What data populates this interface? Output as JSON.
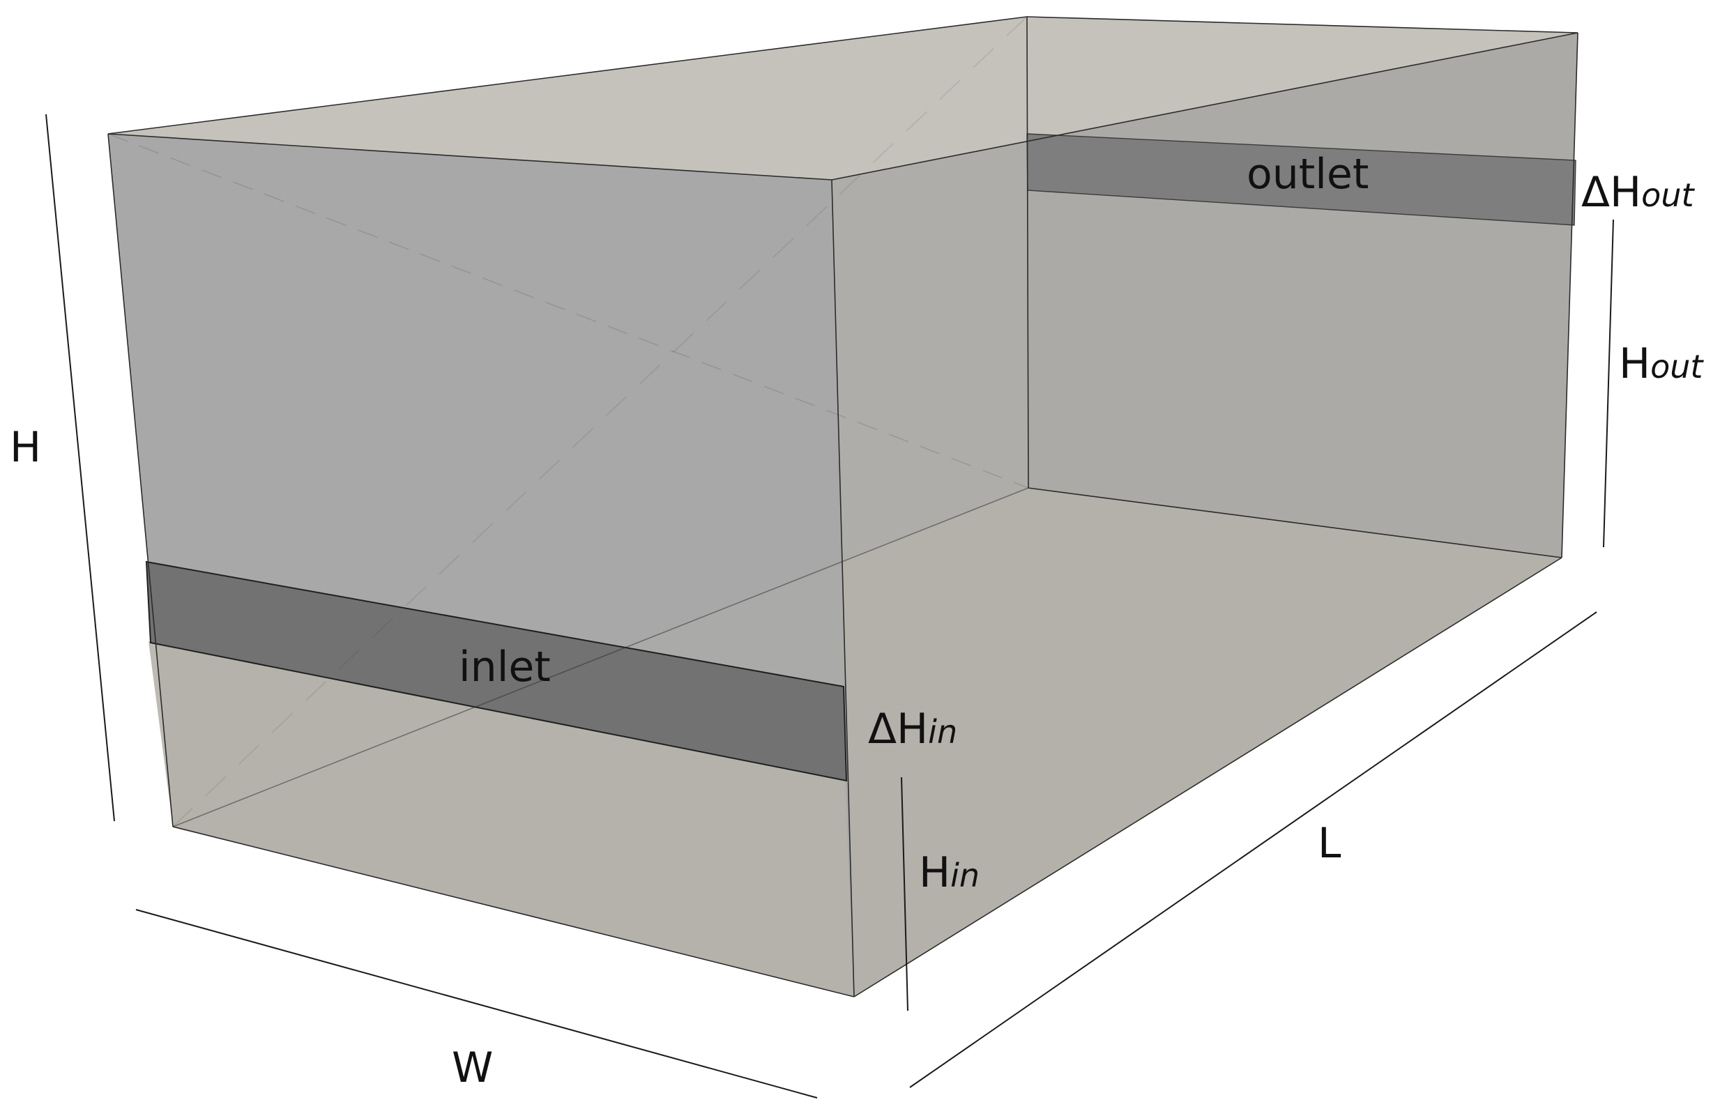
{
  "labels": {
    "height": "H",
    "width": "W",
    "length": "L",
    "inlet": "inlet",
    "outlet": "outlet",
    "delta_h_in": {
      "main": "ΔH",
      "sub": "in"
    },
    "h_in": {
      "main": "H",
      "sub": "in"
    },
    "delta_h_out": {
      "main": "ΔH",
      "sub": "out"
    },
    "h_out": {
      "main": "H",
      "sub": "out"
    }
  },
  "colors": {
    "box_face": "#a9a9a9",
    "box_top": "#c4c2bb",
    "box_floor": "#b6b3ac",
    "inlet_band": "#727272",
    "outlet_band": "#7e7e7e",
    "edge": "#2b2b2b"
  }
}
